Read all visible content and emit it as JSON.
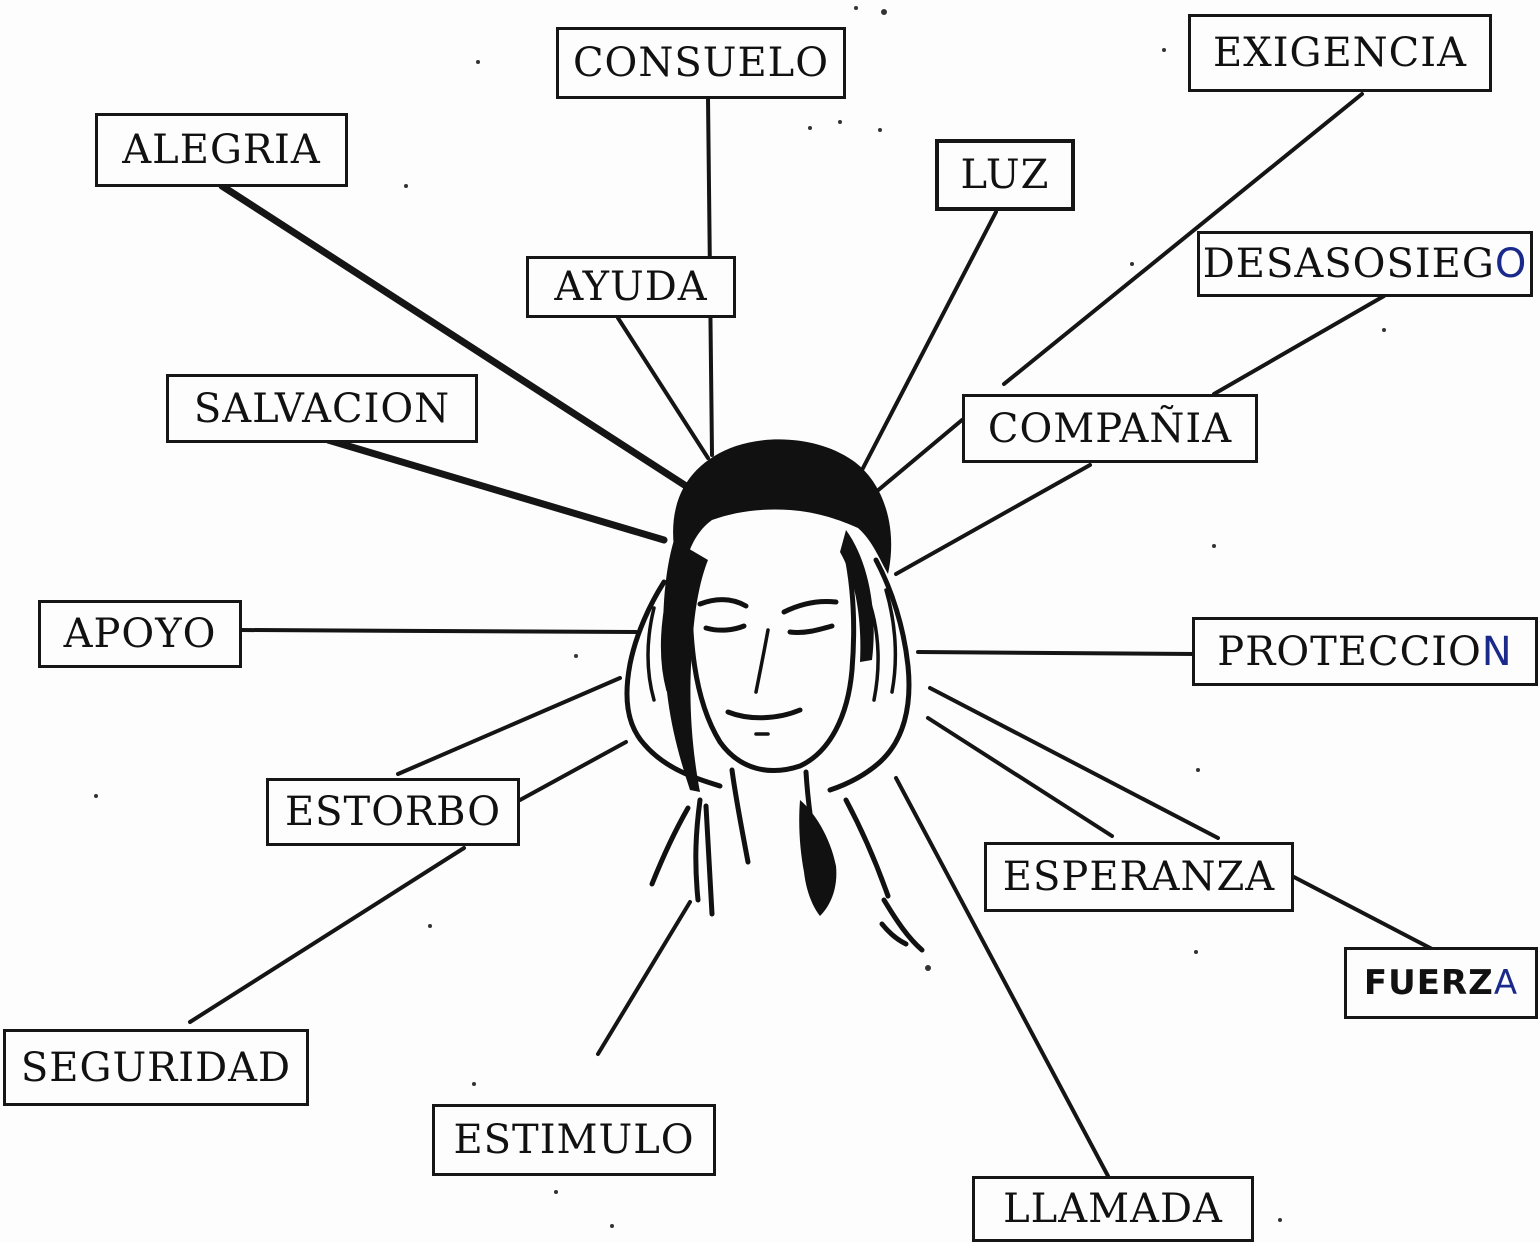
{
  "diagram": {
    "center": "person-with-hands-on-head",
    "nodes": [
      {
        "id": "consuelo",
        "label": "CONSUELO"
      },
      {
        "id": "exigencia",
        "label": "EXIGENCIA"
      },
      {
        "id": "alegria",
        "label": "ALEGRIA"
      },
      {
        "id": "luz",
        "label": "LUZ"
      },
      {
        "id": "ayuda",
        "label": "AYUDA"
      },
      {
        "id": "desasosiego",
        "label": "DESASOSIEGO",
        "label_main": "DESASOSIEG",
        "label_tail": "O"
      },
      {
        "id": "salvacion",
        "label": "SALVACION"
      },
      {
        "id": "compania",
        "label": "COMPAÑIA"
      },
      {
        "id": "apoyo",
        "label": "APOYO"
      },
      {
        "id": "proteccion",
        "label": "PROTECCION",
        "label_main": "PROTECCIO",
        "label_tail": "N"
      },
      {
        "id": "estorbo",
        "label": "ESTORBO"
      },
      {
        "id": "esperanza",
        "label": "ESPERANZA"
      },
      {
        "id": "fuerza",
        "label": "FUERZA",
        "label_main": "FUERZ",
        "label_tail": "A"
      },
      {
        "id": "seguridad",
        "label": "SEGURIDAD"
      },
      {
        "id": "estimulo",
        "label": "ESTIMULO"
      },
      {
        "id": "llamada",
        "label": "LLAMADA"
      }
    ],
    "colors": {
      "ink": "#111111",
      "paper": "#fdfdfd",
      "pen_blue": "#1a2a8a"
    }
  }
}
